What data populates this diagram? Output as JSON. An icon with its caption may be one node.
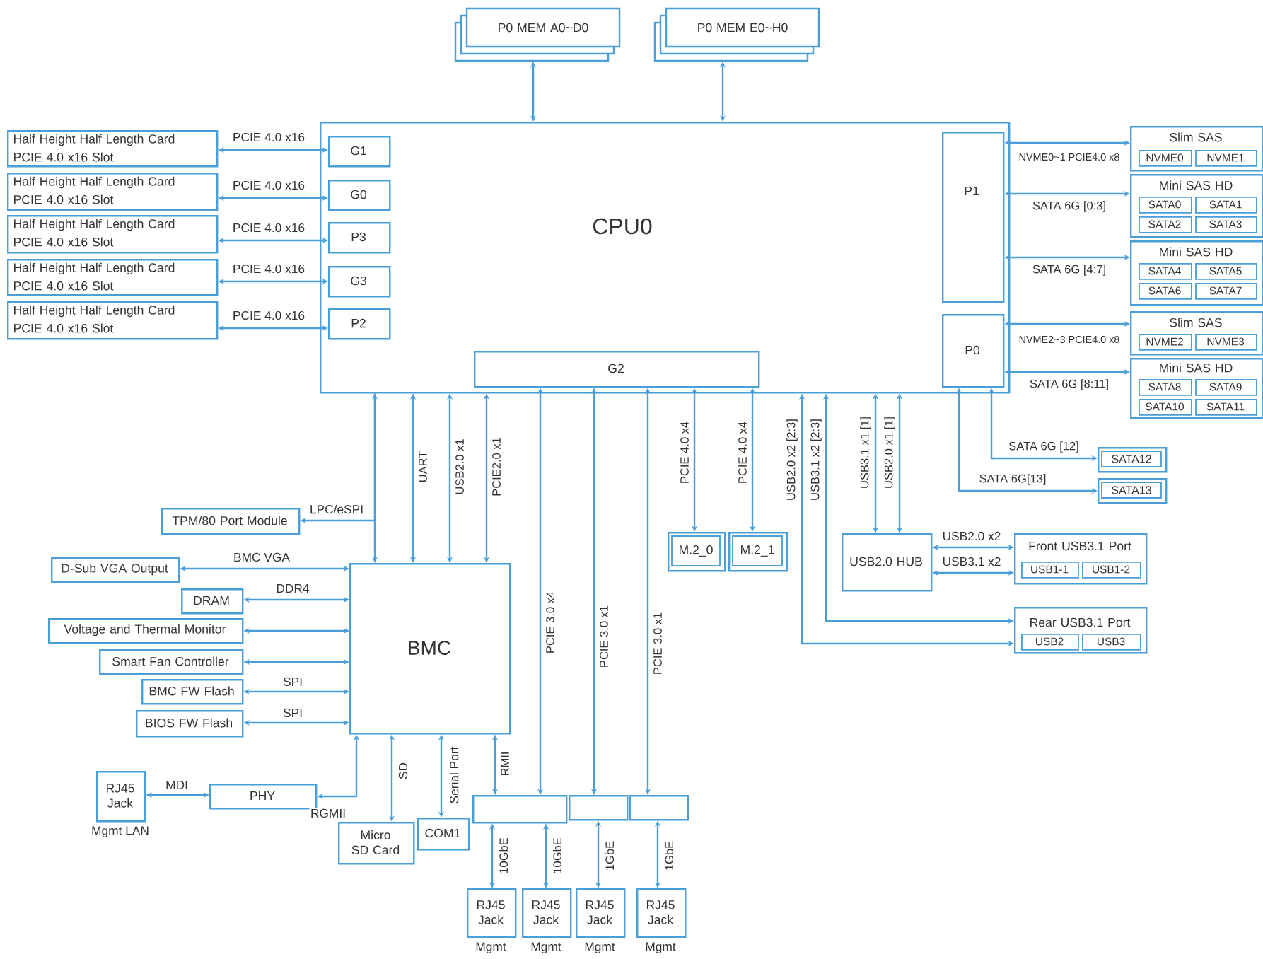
{
  "diagram": {
    "nodes": [
      {
        "text": [
          "P0 MEM A0~D0"
        ]
      },
      {
        "text": [
          "P0 MEM E0~H0"
        ]
      },
      {
        "text": [
          "CPU0"
        ]
      },
      {
        "text": [
          "G1"
        ],
        "in": 2
      },
      {
        "text": [
          "G0"
        ],
        "in": 2
      },
      {
        "text": [
          "P3"
        ],
        "in": 2
      },
      {
        "text": [
          "G3"
        ],
        "in": 2
      },
      {
        "text": [
          "P2"
        ],
        "in": 2
      },
      {
        "text": [
          "P1"
        ],
        "in": 2
      },
      {
        "text": [
          "P0"
        ],
        "in": 2
      },
      {
        "text": [
          "G2"
        ],
        "in": 2
      },
      {
        "text": [
          "Half Height Half Length Card",
          "PCIE 4.0 x16 Slot"
        ]
      },
      {
        "text": [
          "Half Height Half Length Card",
          "PCIE 4.0 x16 Slot"
        ]
      },
      {
        "text": [
          "Half Height Half Length Card",
          "PCIE 4.0 x16 Slot"
        ]
      },
      {
        "text": [
          "Half Height Half Length Card",
          "PCIE 4.0 x16 Slot"
        ]
      },
      {
        "text": [
          "Half Height Half Length Card",
          "PCIE 4.0 x16 Slot"
        ]
      },
      {
        "text": [
          "Slim SAS"
        ]
      },
      {
        "text": [
          "NVME0"
        ],
        "in": 16
      },
      {
        "text": [
          "NVME1"
        ],
        "in": 16
      },
      {
        "text": [
          "Mini SAS HD"
        ]
      },
      {
        "text": [
          "SATA0"
        ],
        "in": 19
      },
      {
        "text": [
          "SATA1"
        ],
        "in": 19
      },
      {
        "text": [
          "SATA2"
        ],
        "in": 19
      },
      {
        "text": [
          "SATA3"
        ],
        "in": 19
      },
      {
        "text": [
          "Mini SAS HD"
        ]
      },
      {
        "text": [
          "SATA4"
        ],
        "in": 24
      },
      {
        "text": [
          "SATA5"
        ],
        "in": 24
      },
      {
        "text": [
          "SATA6"
        ],
        "in": 24
      },
      {
        "text": [
          "SATA7"
        ],
        "in": 24
      },
      {
        "text": [
          "Slim SAS"
        ]
      },
      {
        "text": [
          "NVME2"
        ],
        "in": 29
      },
      {
        "text": [
          "NVME3"
        ],
        "in": 29
      },
      {
        "text": [
          "Mini SAS HD"
        ]
      },
      {
        "text": [
          "SATA8"
        ],
        "in": 32
      },
      {
        "text": [
          "SATA9"
        ],
        "in": 32
      },
      {
        "text": [
          "SATA10"
        ],
        "in": 32
      },
      {
        "text": [
          "SATA11"
        ],
        "in": 32
      },
      {
        "text": [
          "SATA12"
        ]
      },
      {
        "text": [
          "SATA13"
        ]
      },
      {
        "text": [
          "TPM/80 Port Module"
        ]
      },
      {
        "text": [
          "D-Sub VGA Output"
        ]
      },
      {
        "text": [
          "DRAM"
        ]
      },
      {
        "text": [
          "Voltage and Thermal Monitor"
        ]
      },
      {
        "text": [
          "Smart Fan Controller"
        ]
      },
      {
        "text": [
          "BMC FW Flash"
        ]
      },
      {
        "text": [
          "BIOS FW Flash"
        ]
      },
      {
        "text": [
          "BMC"
        ]
      },
      {
        "text": [
          "M.2_0"
        ]
      },
      {
        "text": [
          "M.2_1"
        ]
      },
      {
        "text": [
          "USB2.0 HUB"
        ]
      },
      {
        "text": [
          "Front USB3.1 Port"
        ]
      },
      {
        "text": [
          "USB1-1"
        ],
        "in": 50
      },
      {
        "text": [
          "USB1-2"
        ],
        "in": 50
      },
      {
        "text": [
          "Rear USB3.1 Port"
        ]
      },
      {
        "text": [
          "USB2"
        ],
        "in": 53
      },
      {
        "text": [
          "USB3"
        ],
        "in": 53
      },
      {
        "text": [
          "RJ45 Jack"
        ],
        "beside": [
          "Mgmt LAN"
        ]
      },
      {
        "text": [
          "PHY"
        ]
      },
      {
        "text": [
          "Micro SD Card"
        ]
      },
      {
        "text": [
          "COM1"
        ]
      },
      {
        "text": [],
        "shape": "box"
      },
      {
        "text": [],
        "shape": "box"
      },
      {
        "text": [],
        "shape": "box"
      },
      {
        "text": [
          "RJ45 Jack"
        ],
        "beside": [
          "Mgmt"
        ]
      },
      {
        "text": [
          "RJ45 Jack"
        ],
        "beside": [
          "Mgmt"
        ]
      },
      {
        "text": [
          "RJ45 Jack"
        ],
        "beside": [
          "Mgmt"
        ]
      },
      {
        "text": [
          "RJ45 Jack"
        ],
        "beside": [
          "Mgmt"
        ]
      }
    ],
    "edges": [
      {
        "from": 0,
        "to": 2,
        "arrow": "both"
      },
      {
        "from": 1,
        "to": 2,
        "arrow": "both"
      },
      {
        "from": 11,
        "to": 3,
        "arrow": "both",
        "label": "PCIE 4.0 x16"
      },
      {
        "from": 12,
        "to": 4,
        "arrow": "both",
        "label": "PCIE 4.0 x16"
      },
      {
        "from": 13,
        "to": 5,
        "arrow": "both",
        "label": "PCIE 4.0 x16"
      },
      {
        "from": 14,
        "to": 6,
        "arrow": "both",
        "label": "PCIE 4.0 x16"
      },
      {
        "from": 15,
        "to": 7,
        "arrow": "both",
        "label": "PCIE 4.0 x16"
      },
      {
        "from": 8,
        "to": 16,
        "arrow": "both",
        "label": "NVME0~1 PCIE4.0 x8"
      },
      {
        "from": 8,
        "to": 19,
        "arrow": "both",
        "label": "SATA 6G [0:3]"
      },
      {
        "from": 8,
        "to": 24,
        "arrow": "both",
        "label": "SATA 6G [4:7]"
      },
      {
        "from": 9,
        "to": 29,
        "arrow": "both",
        "label": "NVME2~3 PCIE4.0 x8"
      },
      {
        "from": 9,
        "to": 32,
        "arrow": "both",
        "label": "SATA 6G [8:11]"
      },
      {
        "from": 9,
        "to": 37,
        "arrow": "both",
        "label": "SATA 6G [12]"
      },
      {
        "from": 9,
        "to": 38,
        "arrow": "both",
        "label": "SATA 6G[13]"
      },
      {
        "from": 2,
        "to": 39,
        "arrow": "to",
        "label": "LPC/eSPI"
      },
      {
        "from": 2,
        "to": 46,
        "arrow": "both"
      },
      {
        "from": 2,
        "to": 46,
        "arrow": "both",
        "label": "UART"
      },
      {
        "from": 2,
        "to": 46,
        "arrow": "both",
        "label": "USB2.0 x1"
      },
      {
        "from": 2,
        "to": 46,
        "arrow": "both",
        "label": "PCIE2.0 x1"
      },
      {
        "from": 40,
        "to": 46,
        "arrow": "both",
        "label": "BMC VGA"
      },
      {
        "from": 41,
        "to": 46,
        "arrow": "both",
        "label": "DDR4"
      },
      {
        "from": 42,
        "to": 46,
        "arrow": "both"
      },
      {
        "from": 43,
        "to": 46,
        "arrow": "both"
      },
      {
        "from": 44,
        "to": 46,
        "arrow": "both",
        "label": "SPI"
      },
      {
        "from": 45,
        "to": 46,
        "arrow": "both",
        "label": "SPI"
      },
      {
        "from": 10,
        "to": 47,
        "arrow": "both",
        "label": "PCIE 4.0 x4"
      },
      {
        "from": 10,
        "to": 48,
        "arrow": "both",
        "label": "PCIE 4.0 x4"
      },
      {
        "from": 2,
        "to": 53,
        "arrow": "both",
        "label": "USB2.0 x2 [2:3]"
      },
      {
        "from": 2,
        "to": 53,
        "arrow": "both",
        "label": "USB3.1 x2 [2:3]"
      },
      {
        "from": 2,
        "to": 49,
        "arrow": "both",
        "label": "USB3.1 x1 [1]"
      },
      {
        "from": 2,
        "to": 49,
        "arrow": "both",
        "label": "USB2.0 x1 [1]"
      },
      {
        "from": 49,
        "to": 50,
        "arrow": "both",
        "label": "USB2.0 x2"
      },
      {
        "from": 49,
        "to": 50,
        "arrow": "both",
        "label": "USB3.1 x2"
      },
      {
        "from": 56,
        "to": 57,
        "arrow": "both",
        "label": "MDI"
      },
      {
        "from": 46,
        "to": 57,
        "arrow": "both",
        "label": "RGMII"
      },
      {
        "from": 46,
        "to": 58,
        "arrow": "both",
        "label": "SD"
      },
      {
        "from": 46,
        "to": 59,
        "arrow": "both",
        "label": "Serial Port"
      },
      {
        "from": 46,
        "to": 60,
        "arrow": "both",
        "label": "RMII"
      },
      {
        "from": 10,
        "to": 60,
        "arrow": "both",
        "label": "PCIE 3.0 x4"
      },
      {
        "from": 10,
        "to": 61,
        "arrow": "both",
        "label": "PCIE 3.0 x1"
      },
      {
        "from": 10,
        "to": 62,
        "arrow": "both",
        "label": "PCIE 3.0 x1"
      },
      {
        "from": 60,
        "to": 63,
        "arrow": "both",
        "label": "10GbE"
      },
      {
        "from": 60,
        "to": 64,
        "arrow": "both",
        "label": "10GbE"
      },
      {
        "from": 61,
        "to": 65,
        "arrow": "both",
        "label": "1GbE"
      },
      {
        "from": 62,
        "to": 66,
        "arrow": "both",
        "label": "1GbE"
      }
    ]
  }
}
